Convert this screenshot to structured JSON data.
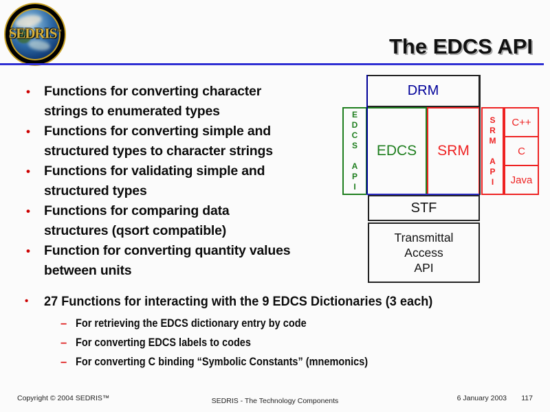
{
  "logo": {
    "text": "SEDRIS",
    "tm": "™"
  },
  "header": {
    "title": "The EDCS API"
  },
  "markers": {
    "bullet": "•",
    "dash": "–"
  },
  "bullets": [
    "Functions for converting character\nstrings to enumerated types",
    "Functions for converting simple and\nstructured types to character strings",
    "Functions for validating simple and\nstructured types",
    "Functions for comparing data\nstructures (qsort compatible)",
    "Function for converting quantity values\nbetween units"
  ],
  "summary": {
    "text": "27 Functions for interacting with the 9 EDCS Dictionaries (3 each)",
    "subs": [
      "For retrieving the EDCS dictionary entry by code",
      "For converting EDCS labels to codes",
      "For converting C binding “Symbolic Constants” (mnemonics)"
    ]
  },
  "diagram": {
    "drm": "DRM",
    "edcs_api": "E\nD\nC\nS\n\nA\nP\nI",
    "edcs": "EDCS",
    "srm": "SRM",
    "srm_api": "S\nR\nM\n\nA\nP\nI",
    "cpp": "C++",
    "c": "C",
    "java": "Java",
    "stf": "STF",
    "transmittal": "Transmittal\nAccess\nAPI"
  },
  "footer": {
    "copyright": "Copyright © 2004 SEDRIS™",
    "center": "SEDRIS - The Technology Components",
    "date": "6 January 2003",
    "page": "117"
  },
  "colors": {
    "accent_blue": "#2f2fd3",
    "navy": "#000099",
    "green": "#1e7e1e",
    "red": "#ee2222",
    "bullet_red": "#cc0000",
    "gold": "#d8b13c"
  }
}
